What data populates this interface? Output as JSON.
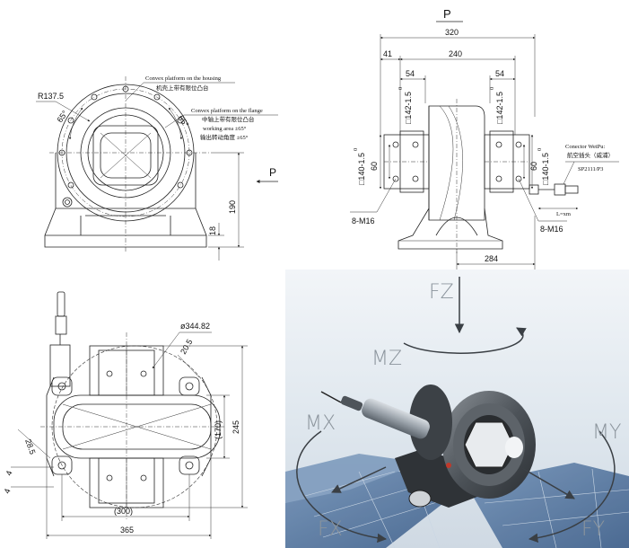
{
  "colors": {
    "background": "#ffffff",
    "line": "#222222",
    "photo_sky": "#dfe7ee",
    "photo_panels": "#4b6f9a",
    "body": "#444a50",
    "arrow_label": "#8b949c"
  },
  "front_view": {
    "radius": "R137.5",
    "angle_left": "65°",
    "angle_right": "65°",
    "note1_en": "Convex platform on the housing",
    "note1_cn": "机壳上带有限位凸台",
    "note2_en": "Convex platform on the flange",
    "note2_cn": "中轴上带有限位凸台",
    "note2_en2": "working area ±65°",
    "note2_cn2": "输出转动角度 ±65°",
    "dim_height": "190",
    "dim_base": "18",
    "view_letter": "P"
  },
  "side_view": {
    "title": "P",
    "dim_overall": "320",
    "dim_41": "41",
    "dim_240": "240",
    "dim_54_left": "54",
    "dim_54_right": "54",
    "sq_left": "□142-1.5",
    "sq_left_tol": "0",
    "sq_right": "□142-1.5",
    "sq_right_tol": "0",
    "sq_140_left": "□140-1.5",
    "sq_140_left_tol": "0",
    "sq_140_right": "□140-1.5",
    "sq_140_right_tol": "0",
    "dim_60_left": "60",
    "dim_60_right": "60",
    "bolt_left": "8-M16",
    "bolt_right": "8-M16",
    "dim_284": "284",
    "connector_en": "Conector WeiPu:",
    "connector_cn": "航空插头（威浦）",
    "connector_code": "SP2111/P3",
    "cable_len": "L=xm"
  },
  "top_view": {
    "dia": "ø344.82",
    "dim_20_5": "20.5",
    "dim_170": "(170)",
    "dim_245": "245",
    "dim_28_5": "28.5",
    "dim_4a": "4",
    "dim_4b": "4",
    "dim_300": "(300)",
    "dim_365": "365"
  },
  "photo": {
    "fz": "FZ",
    "mz": "MZ",
    "mx": "MX",
    "my": "MY",
    "fx": "FX",
    "fy": "FY"
  }
}
